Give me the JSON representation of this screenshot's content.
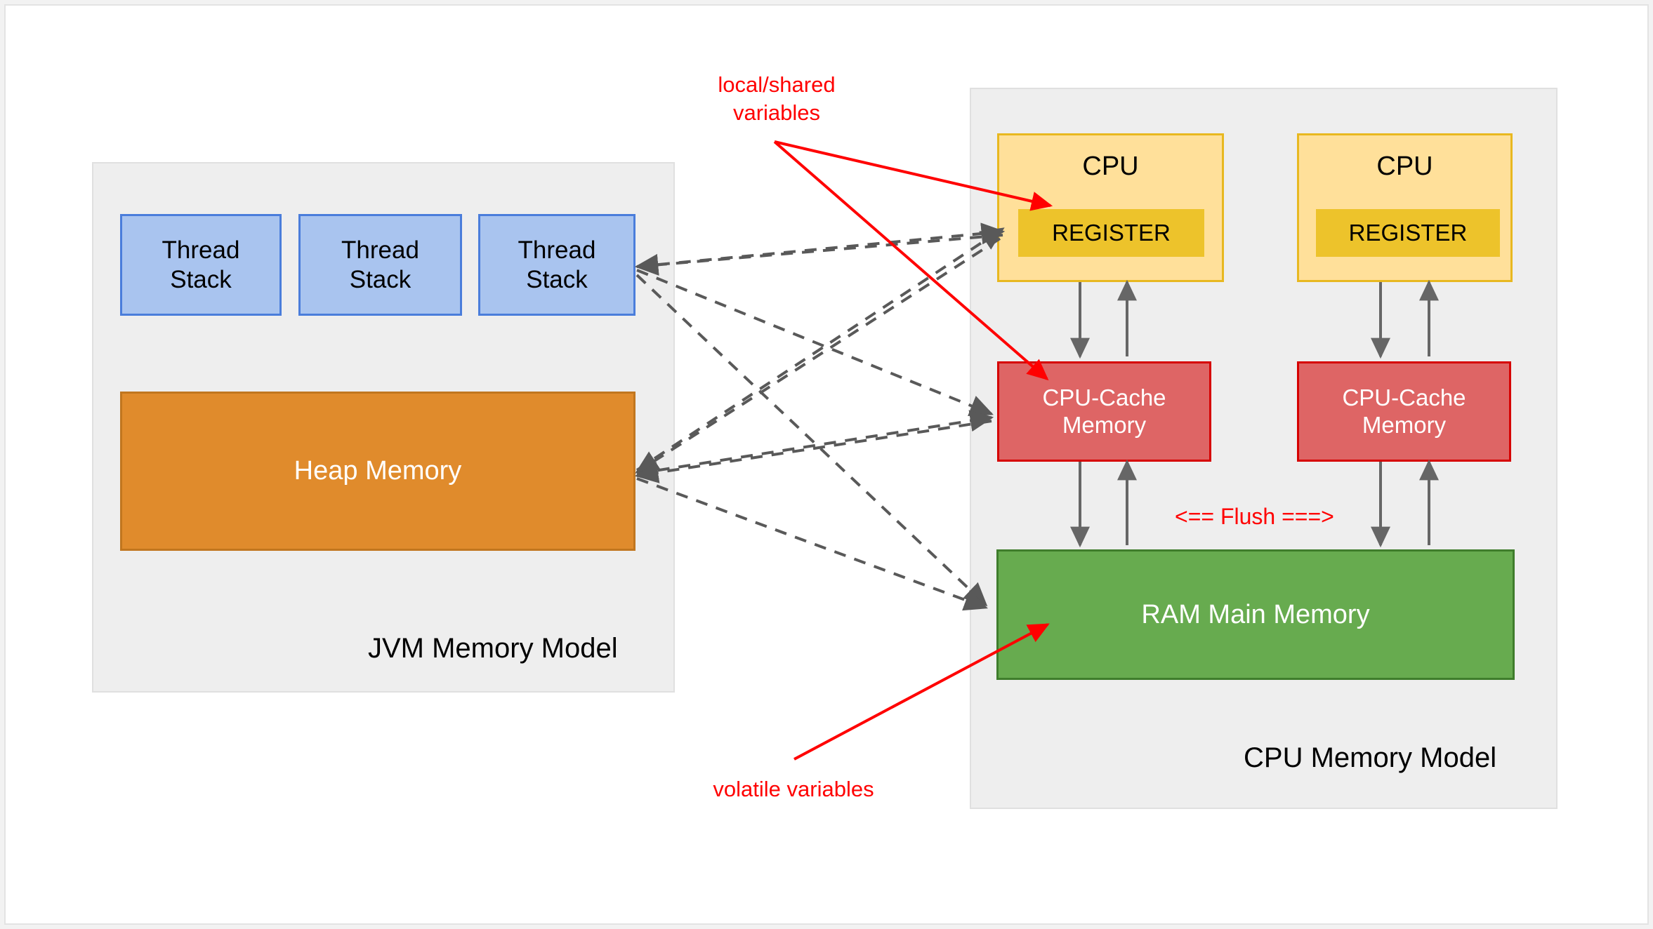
{
  "diagram": {
    "title_jvm": "JVM Memory Model",
    "title_cpu": "CPU Memory Model"
  },
  "jvm_panel": {
    "label": "JVM Memory Model",
    "thread_stacks": [
      {
        "label": "Thread\nStack"
      },
      {
        "label": "Thread\nStack"
      },
      {
        "label": "Thread\nStack"
      }
    ],
    "heap": {
      "label": "Heap Memory"
    }
  },
  "cpu_panel": {
    "label": "CPU Memory Model",
    "cpus": [
      {
        "label": "CPU",
        "register_label": "REGISTER",
        "cache_label": "CPU-Cache\nMemory"
      },
      {
        "label": "CPU",
        "register_label": "REGISTER",
        "cache_label": "CPU-Cache\nMemory"
      }
    ],
    "ram": {
      "label": "RAM Main Memory"
    },
    "flush_label": "<== Flush ===>"
  },
  "annotations": {
    "local_shared": "local/shared\nvariables",
    "volatile": "volatile variables"
  },
  "colors": {
    "panel_bg": "#eeeeee",
    "panel_border": "#e0e0e0",
    "thread_stack_fill": "#a9c4ef",
    "thread_stack_border": "#4a7ddb",
    "heap_fill": "#e08b2c",
    "heap_border": "#c1761f",
    "cpu_fill": "#ffe09a",
    "cpu_border": "#e8b820",
    "register_fill": "#edc32b",
    "cache_fill": "#de6565",
    "cache_border": "#d60000",
    "ram_fill": "#67ab4f",
    "ram_border": "#3f7d2c",
    "annotation_red": "#ff0000",
    "dashed_arrow": "#595959",
    "solid_arrow": "#666666"
  }
}
